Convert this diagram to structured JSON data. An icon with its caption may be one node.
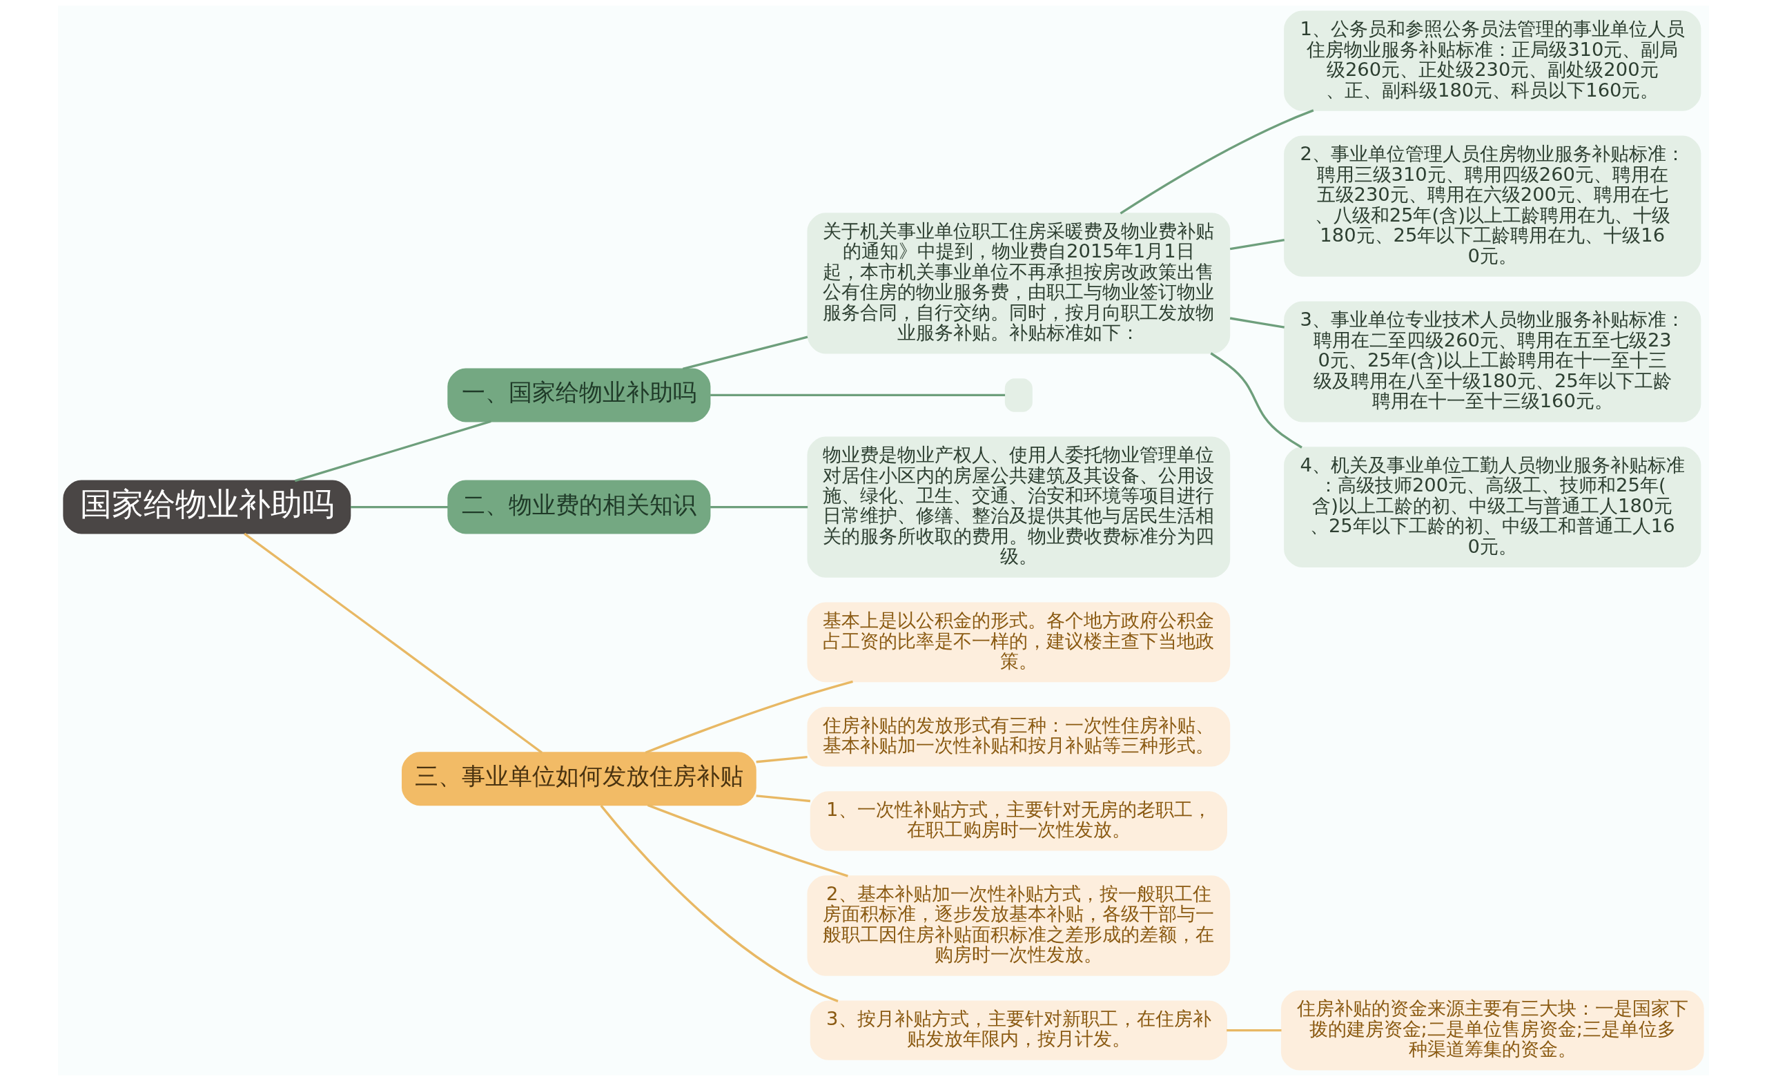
{
  "diagram": {
    "nodes": [
      {
        "text": [
          "国家给物业补助吗"
        ]
      },
      {
        "text": [
          "一、国家给物业补助吗"
        ]
      },
      {
        "text": [
          "关于机关事业单位职工住房采暖费及物业费补贴的通知》中提到，物业费自2015年1月1日起，本市机关事业单位不再承担按房改政策出售公有住房的物业服务费，由职工与物业签订物业服务合同，自行交纳。同时，按月向职工发放物业服务补贴。补贴标准如下："
        ]
      },
      {
        "text": [
          "1、公务员和参照公务员法管理的事业单位人员住房物业服务补贴标准：正局级310元、副局级260元、正处级230元、副处级200元、正、副科级180元、科员以下160元。"
        ]
      },
      {
        "text": [
          "2、事业单位管理人员住房物业服务补贴标准：聘用三级310元、聘用四级260元、聘用在五级230元、聘用在六级200元、聘用在七、八级和25年(含)以上工龄聘用在九、十级180元、25年以下工龄聘用在九、十级160元。"
        ]
      },
      {
        "text": [
          "3、事业单位专业技术人员物业服务补贴标准：聘用在二至四级260元、聘用在五至七级230元、25年(含)以上工龄聘用在十一至十三级及聘用在八至十级180元、25年以下工龄聘用在十一至十三级160元。"
        ]
      },
      {
        "text": [
          "4、机关及事业单位工勤人员物业服务补贴标准：高级技师200元、高级工、技师和25年(含)以上工龄的初、中级工与普通工人180元、25年以下工龄的初、中级工和普通工人160元。"
        ]
      },
      {
        "text": [],
        "shape": "box"
      },
      {
        "text": [
          "二、物业费的相关知识"
        ]
      },
      {
        "text": [
          "物业费是物业产权人、使用人委托物业管理单位对居住小区内的房屋公共建筑及其设备、公用设施、绿化、卫生、交通、治安和环境等项目进行日常维护、修缮、整治及提供其他与居民生活相关的服务所收取的费用。物业费收费标准分为四级。"
        ]
      },
      {
        "text": [
          "三、事业单位如何发放住房补贴"
        ]
      },
      {
        "text": [
          "基本上是以公积金的形式。各个地方政府公积金占工资的比率是不一样的，建议楼主查下当地政策。"
        ]
      },
      {
        "text": [
          "住房补贴的发放形式有三种：一次性住房补贴、基本补贴加一次性补贴和按月补贴等三种形式。"
        ]
      },
      {
        "text": [
          "1、一次性补贴方式，主要针对无房的老职工，在职工购房时一次性发放。"
        ]
      },
      {
        "text": [
          "2、基本补贴加一次性补贴方式，按一般职工住房面积标准，逐步发放基本补贴，各级干部与一般职工因住房补贴面积标准之差形成的差额，在购房时一次性发放。"
        ]
      },
      {
        "text": [
          "3、按月补贴方式，主要针对新职工，在住房补贴发放年限内，按月计发。"
        ]
      },
      {
        "text": [
          "住房补贴的资金来源主要有三大块：一是国家下拨的建房资金;二是单位售房资金;三是单位多种渠道筹集的资金。"
        ]
      }
    ],
    "edges": [
      {
        "from": 0,
        "to": 1,
        "arrow": "none"
      },
      {
        "from": 1,
        "to": 2,
        "arrow": "none"
      },
      {
        "from": 2,
        "to": 3,
        "arrow": "none"
      },
      {
        "from": 2,
        "to": 4,
        "arrow": "none"
      },
      {
        "from": 2,
        "to": 5,
        "arrow": "none"
      },
      {
        "from": 2,
        "to": 6,
        "arrow": "none"
      },
      {
        "from": 1,
        "to": 7,
        "arrow": "none"
      },
      {
        "from": 0,
        "to": 8,
        "arrow": "none"
      },
      {
        "from": 8,
        "to": 9,
        "arrow": "none"
      },
      {
        "from": 0,
        "to": 10,
        "arrow": "none",
        "color": "#e8b864"
      },
      {
        "from": 10,
        "to": 11,
        "arrow": "none",
        "color": "#e8b864"
      },
      {
        "from": 10,
        "to": 12,
        "arrow": "none",
        "color": "#e8b864"
      },
      {
        "from": 10,
        "to": 13,
        "arrow": "none",
        "color": "#e8b864"
      },
      {
        "from": 10,
        "to": 14,
        "arrow": "none",
        "color": "#e8b864"
      },
      {
        "from": 10,
        "to": 15,
        "arrow": "none",
        "color": "#e8b864"
      },
      {
        "from": 15,
        "to": 16,
        "arrow": "none",
        "color": "#e8b864"
      }
    ]
  }
}
